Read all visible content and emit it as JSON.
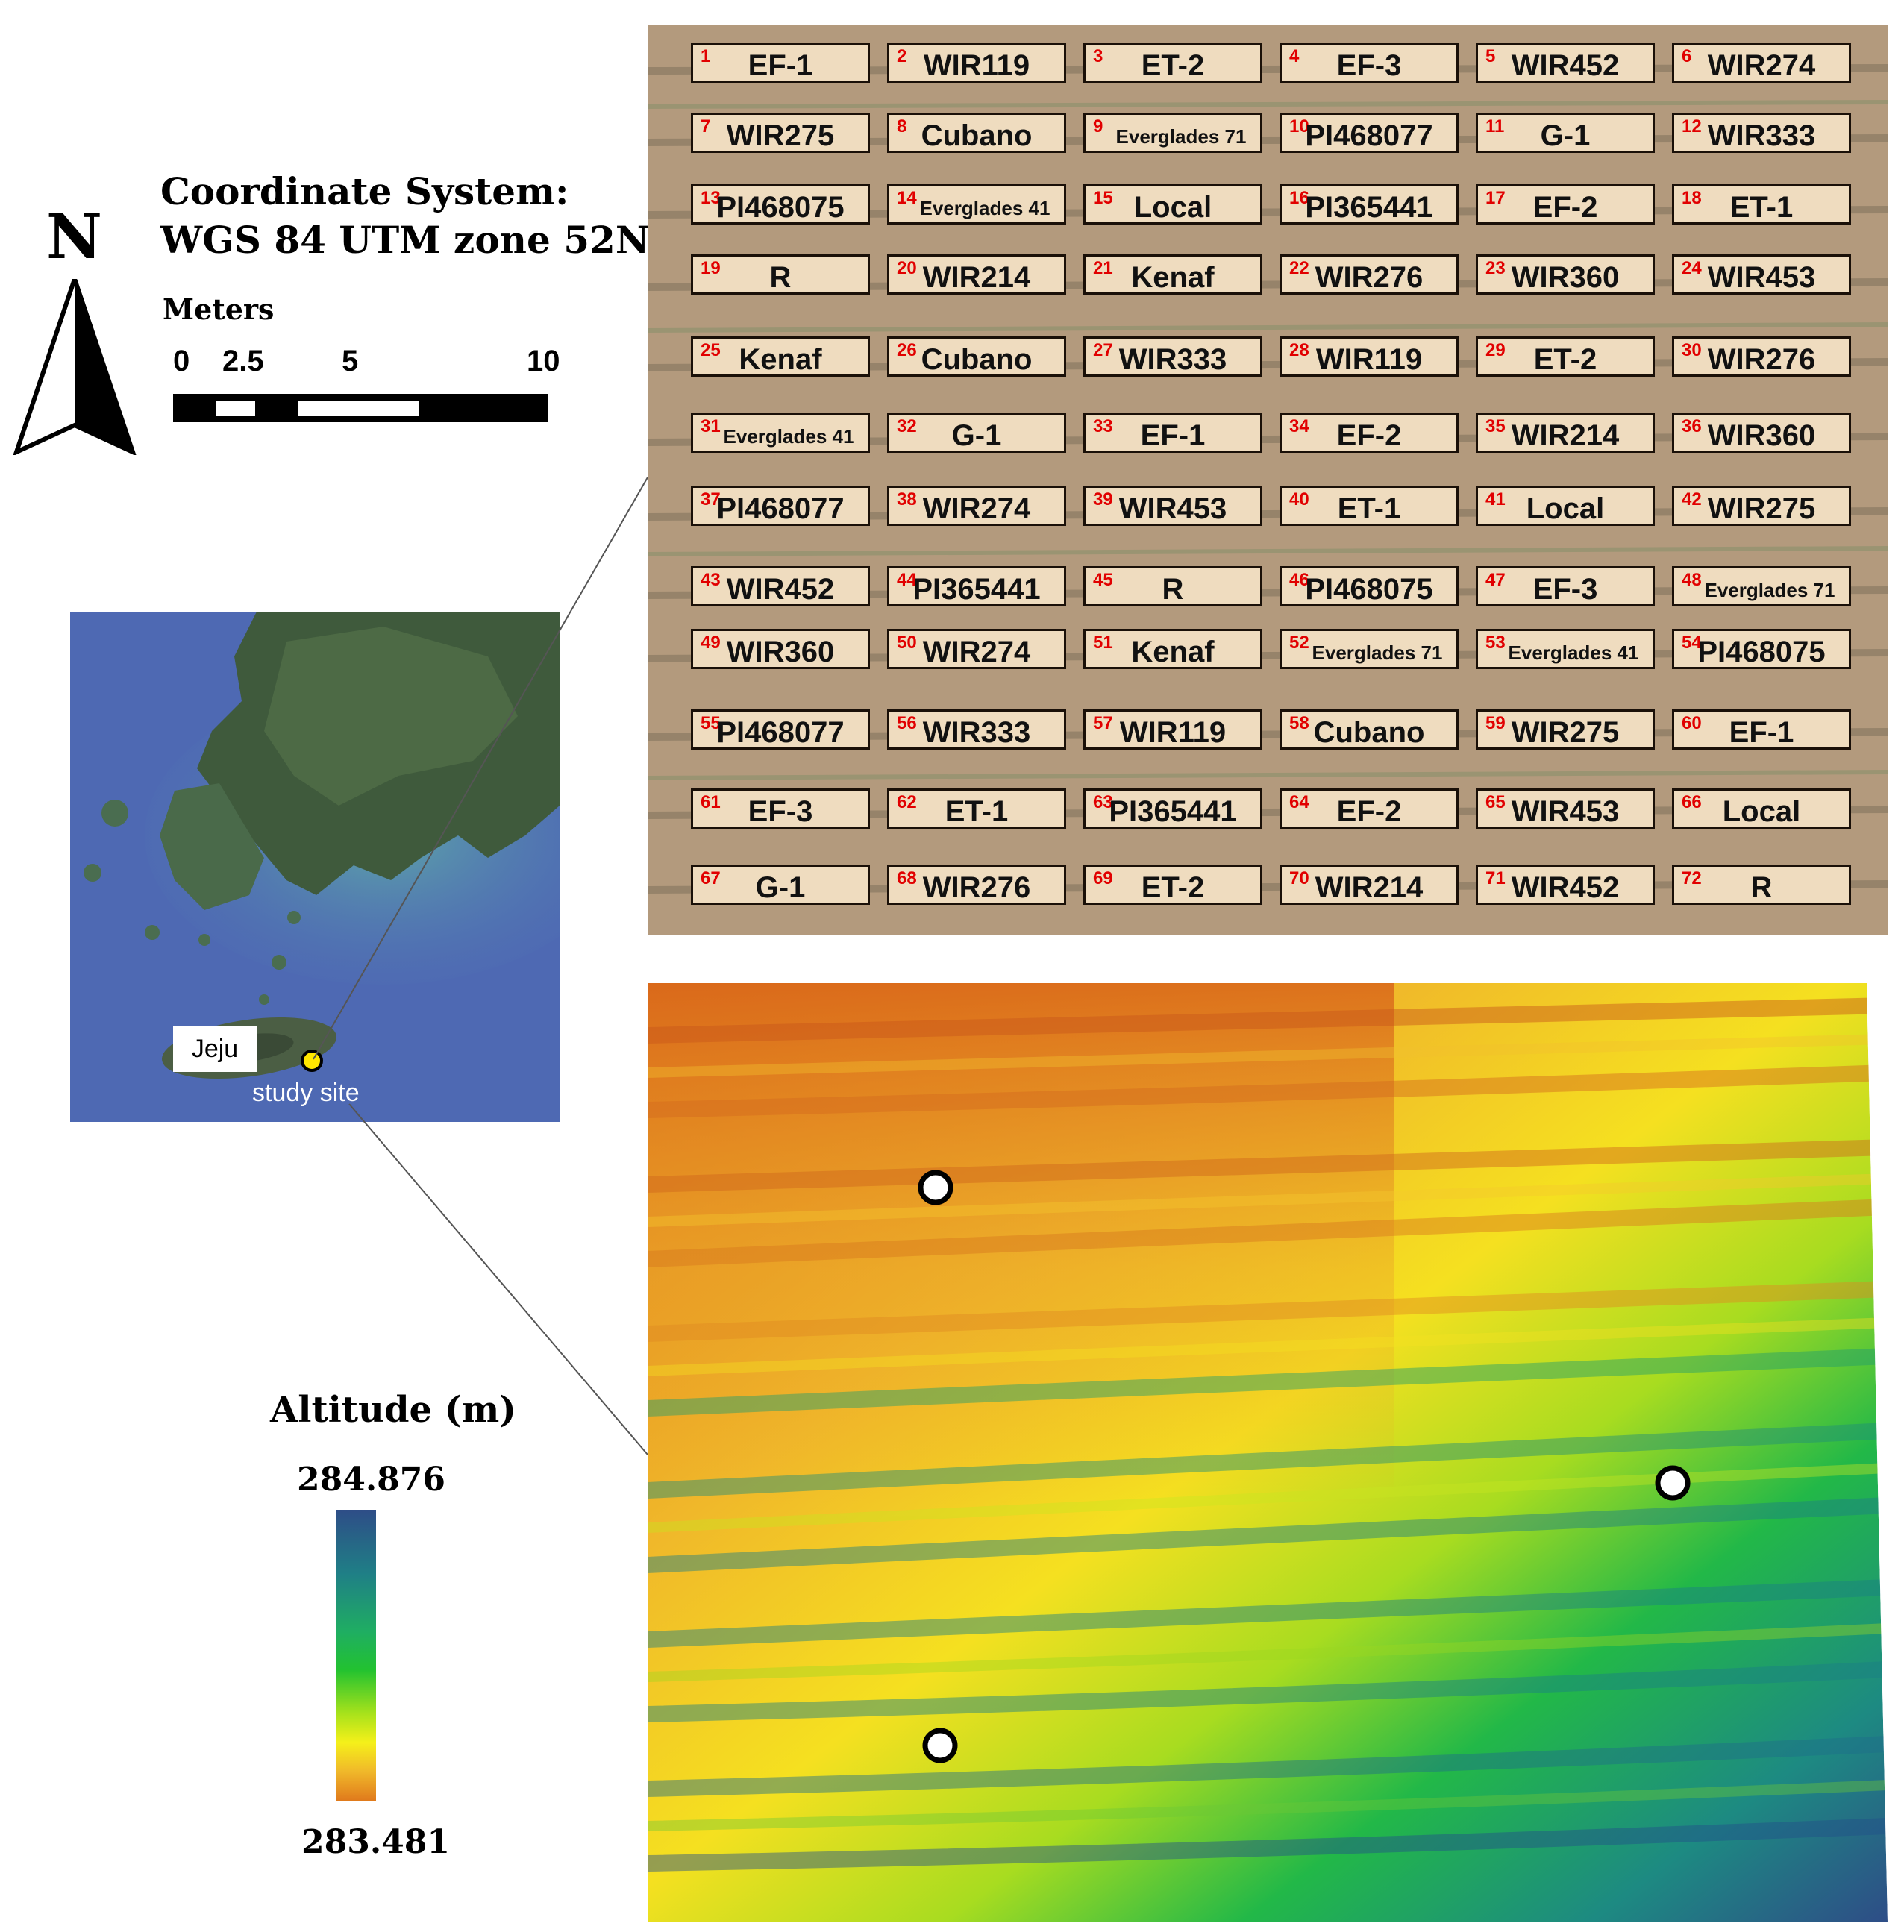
{
  "north": {
    "letter": "N",
    "icon": "north-arrow-icon"
  },
  "coordinate_system": {
    "title": "Coordinate  System:",
    "value": "WGS 84 UTM zone 52N"
  },
  "scale_bar": {
    "unit": "Meters",
    "ticks": [
      "0",
      "2.5",
      "5",
      "10"
    ]
  },
  "inset": {
    "place_label": "Jeju",
    "site_label": "study site",
    "site_marker_color": "#ffe600"
  },
  "legend": {
    "title": "Altitude  (m)",
    "max": "284.876",
    "min": "283.481",
    "colors": [
      "#2e4d87",
      "#1fae62",
      "#22c230",
      "#f5f01a",
      "#e07a1c"
    ]
  },
  "plots": [
    {
      "n": "1",
      "name": "EF-1"
    },
    {
      "n": "2",
      "name": "WIR119"
    },
    {
      "n": "3",
      "name": "ET-2"
    },
    {
      "n": "4",
      "name": "EF-3"
    },
    {
      "n": "5",
      "name": "WIR452"
    },
    {
      "n": "6",
      "name": "WIR274"
    },
    {
      "n": "7",
      "name": "WIR275"
    },
    {
      "n": "8",
      "name": "Cubano"
    },
    {
      "n": "9",
      "name": "Everglades 71"
    },
    {
      "n": "10",
      "name": "PI468077"
    },
    {
      "n": "11",
      "name": "G-1"
    },
    {
      "n": "12",
      "name": "WIR333"
    },
    {
      "n": "13",
      "name": "PI468075"
    },
    {
      "n": "14",
      "name": "Everglades 41"
    },
    {
      "n": "15",
      "name": "Local"
    },
    {
      "n": "16",
      "name": "PI365441"
    },
    {
      "n": "17",
      "name": "EF-2"
    },
    {
      "n": "18",
      "name": "ET-1"
    },
    {
      "n": "19",
      "name": "R"
    },
    {
      "n": "20",
      "name": "WIR214"
    },
    {
      "n": "21",
      "name": "Kenaf"
    },
    {
      "n": "22",
      "name": "WIR276"
    },
    {
      "n": "23",
      "name": "WIR360"
    },
    {
      "n": "24",
      "name": "WIR453"
    },
    {
      "n": "25",
      "name": "Kenaf"
    },
    {
      "n": "26",
      "name": "Cubano"
    },
    {
      "n": "27",
      "name": "WIR333"
    },
    {
      "n": "28",
      "name": "WIR119"
    },
    {
      "n": "29",
      "name": "ET-2"
    },
    {
      "n": "30",
      "name": "WIR276"
    },
    {
      "n": "31",
      "name": "Everglades 41"
    },
    {
      "n": "32",
      "name": "G-1"
    },
    {
      "n": "33",
      "name": "EF-1"
    },
    {
      "n": "34",
      "name": "EF-2"
    },
    {
      "n": "35",
      "name": "WIR214"
    },
    {
      "n": "36",
      "name": "WIR360"
    },
    {
      "n": "37",
      "name": "PI468077"
    },
    {
      "n": "38",
      "name": "WIR274"
    },
    {
      "n": "39",
      "name": "WIR453"
    },
    {
      "n": "40",
      "name": "ET-1"
    },
    {
      "n": "41",
      "name": "Local"
    },
    {
      "n": "42",
      "name": "WIR275"
    },
    {
      "n": "43",
      "name": "WIR452"
    },
    {
      "n": "44",
      "name": "PI365441"
    },
    {
      "n": "45",
      "name": "R"
    },
    {
      "n": "46",
      "name": "PI468075"
    },
    {
      "n": "47",
      "name": "EF-3"
    },
    {
      "n": "48",
      "name": "Everglades 71"
    },
    {
      "n": "49",
      "name": "WIR360"
    },
    {
      "n": "50",
      "name": "WIR274"
    },
    {
      "n": "51",
      "name": "Kenaf"
    },
    {
      "n": "52",
      "name": "Everglades 71"
    },
    {
      "n": "53",
      "name": "Everglades 41"
    },
    {
      "n": "54",
      "name": "PI468075"
    },
    {
      "n": "55",
      "name": "PI468077"
    },
    {
      "n": "56",
      "name": "WIR333"
    },
    {
      "n": "57",
      "name": "WIR119"
    },
    {
      "n": "58",
      "name": "Cubano"
    },
    {
      "n": "59",
      "name": "WIR275"
    },
    {
      "n": "60",
      "name": "EF-1"
    },
    {
      "n": "61",
      "name": "EF-3"
    },
    {
      "n": "62",
      "name": "ET-1"
    },
    {
      "n": "63",
      "name": "PI365441"
    },
    {
      "n": "64",
      "name": "EF-2"
    },
    {
      "n": "65",
      "name": "WIR453"
    },
    {
      "n": "66",
      "name": "Local"
    },
    {
      "n": "67",
      "name": "G-1"
    },
    {
      "n": "68",
      "name": "WIR276"
    },
    {
      "n": "69",
      "name": "ET-2"
    },
    {
      "n": "70",
      "name": "WIR214"
    },
    {
      "n": "71",
      "name": "WIR452"
    },
    {
      "n": "72",
      "name": "R"
    }
  ],
  "plot_colors": {
    "label_fill": "#efdcbf",
    "number": "#e10000",
    "soil": "#b39a7d"
  },
  "gcp_marker": "ground-control-point-icon"
}
